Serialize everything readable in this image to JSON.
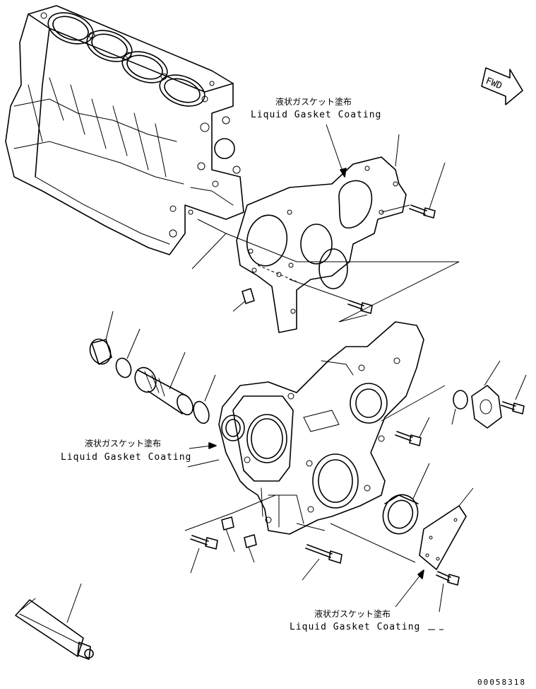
{
  "diagram": {
    "fwd_label": "FWD",
    "callouts": [
      {
        "jp": "液状ガスケット塗布",
        "en": "Liquid Gasket Coating"
      },
      {
        "jp": "液状ガスケット塗布",
        "en": "Liquid Gasket Coating"
      },
      {
        "jp": "液状ガスケット塗布",
        "en": "Liquid Gasket Coating"
      }
    ],
    "drawing_id": "00058318"
  }
}
